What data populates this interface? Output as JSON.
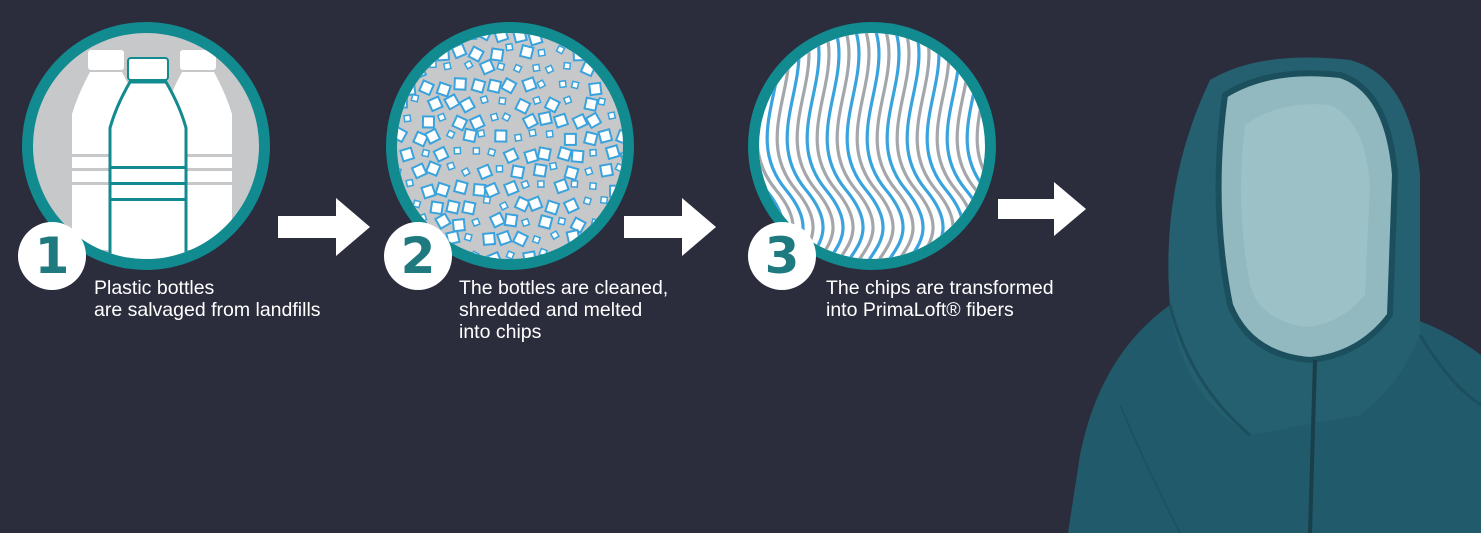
{
  "colors": {
    "background": "#2b2d3d",
    "circle_ring": "#118a90",
    "circle_fill": "#c7c8ca",
    "badge_text": "#1f7a80",
    "chip_blue": "#3aa3dd",
    "fiber_gray": "#a3a6ab",
    "hoodie": "#215b6b",
    "hood_lining": "#91b9bf"
  },
  "steps": [
    {
      "number": "1",
      "icon": "plastic-bottles-icon",
      "caption": [
        "Plastic bottles",
        "are salvaged from landfills"
      ]
    },
    {
      "number": "2",
      "icon": "shredded-chips-icon",
      "caption": [
        "The bottles are cleaned,",
        "shredded and melted",
        "into chips"
      ]
    },
    {
      "number": "3",
      "icon": "fibers-icon",
      "caption": [
        "The chips are transformed",
        "into PrimaLoft® fibers"
      ]
    }
  ],
  "arrows": [
    "arrow-right-icon",
    "arrow-right-icon",
    "arrow-right-icon"
  ],
  "final_product": "hoodie-jacket"
}
